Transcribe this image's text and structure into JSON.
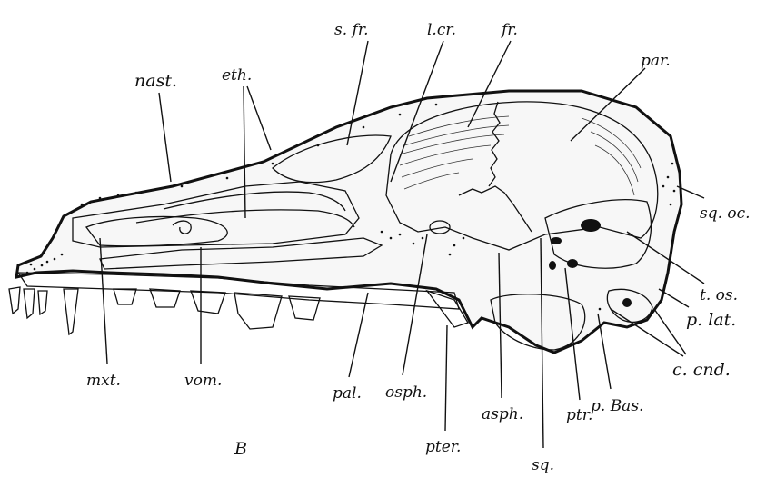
{
  "figure": {
    "panel_letter": "B",
    "labels": {
      "nast": "nast.",
      "eth": "eth.",
      "sfr": "s. fr.",
      "lcr": "l.cr.",
      "fr": "fr.",
      "par": "par.",
      "sqoc": "sq. oc.",
      "tos": "t. os.",
      "plat": "p. lat.",
      "cond": "c. cnd.",
      "pbas": "p. Bas.",
      "ptr": "ptr.",
      "sq": "sq.",
      "asph": "asph.",
      "pter": "pter.",
      "osph": "osph.",
      "pal": "pal.",
      "vom": "vom.",
      "mxt": "mxt."
    }
  }
}
